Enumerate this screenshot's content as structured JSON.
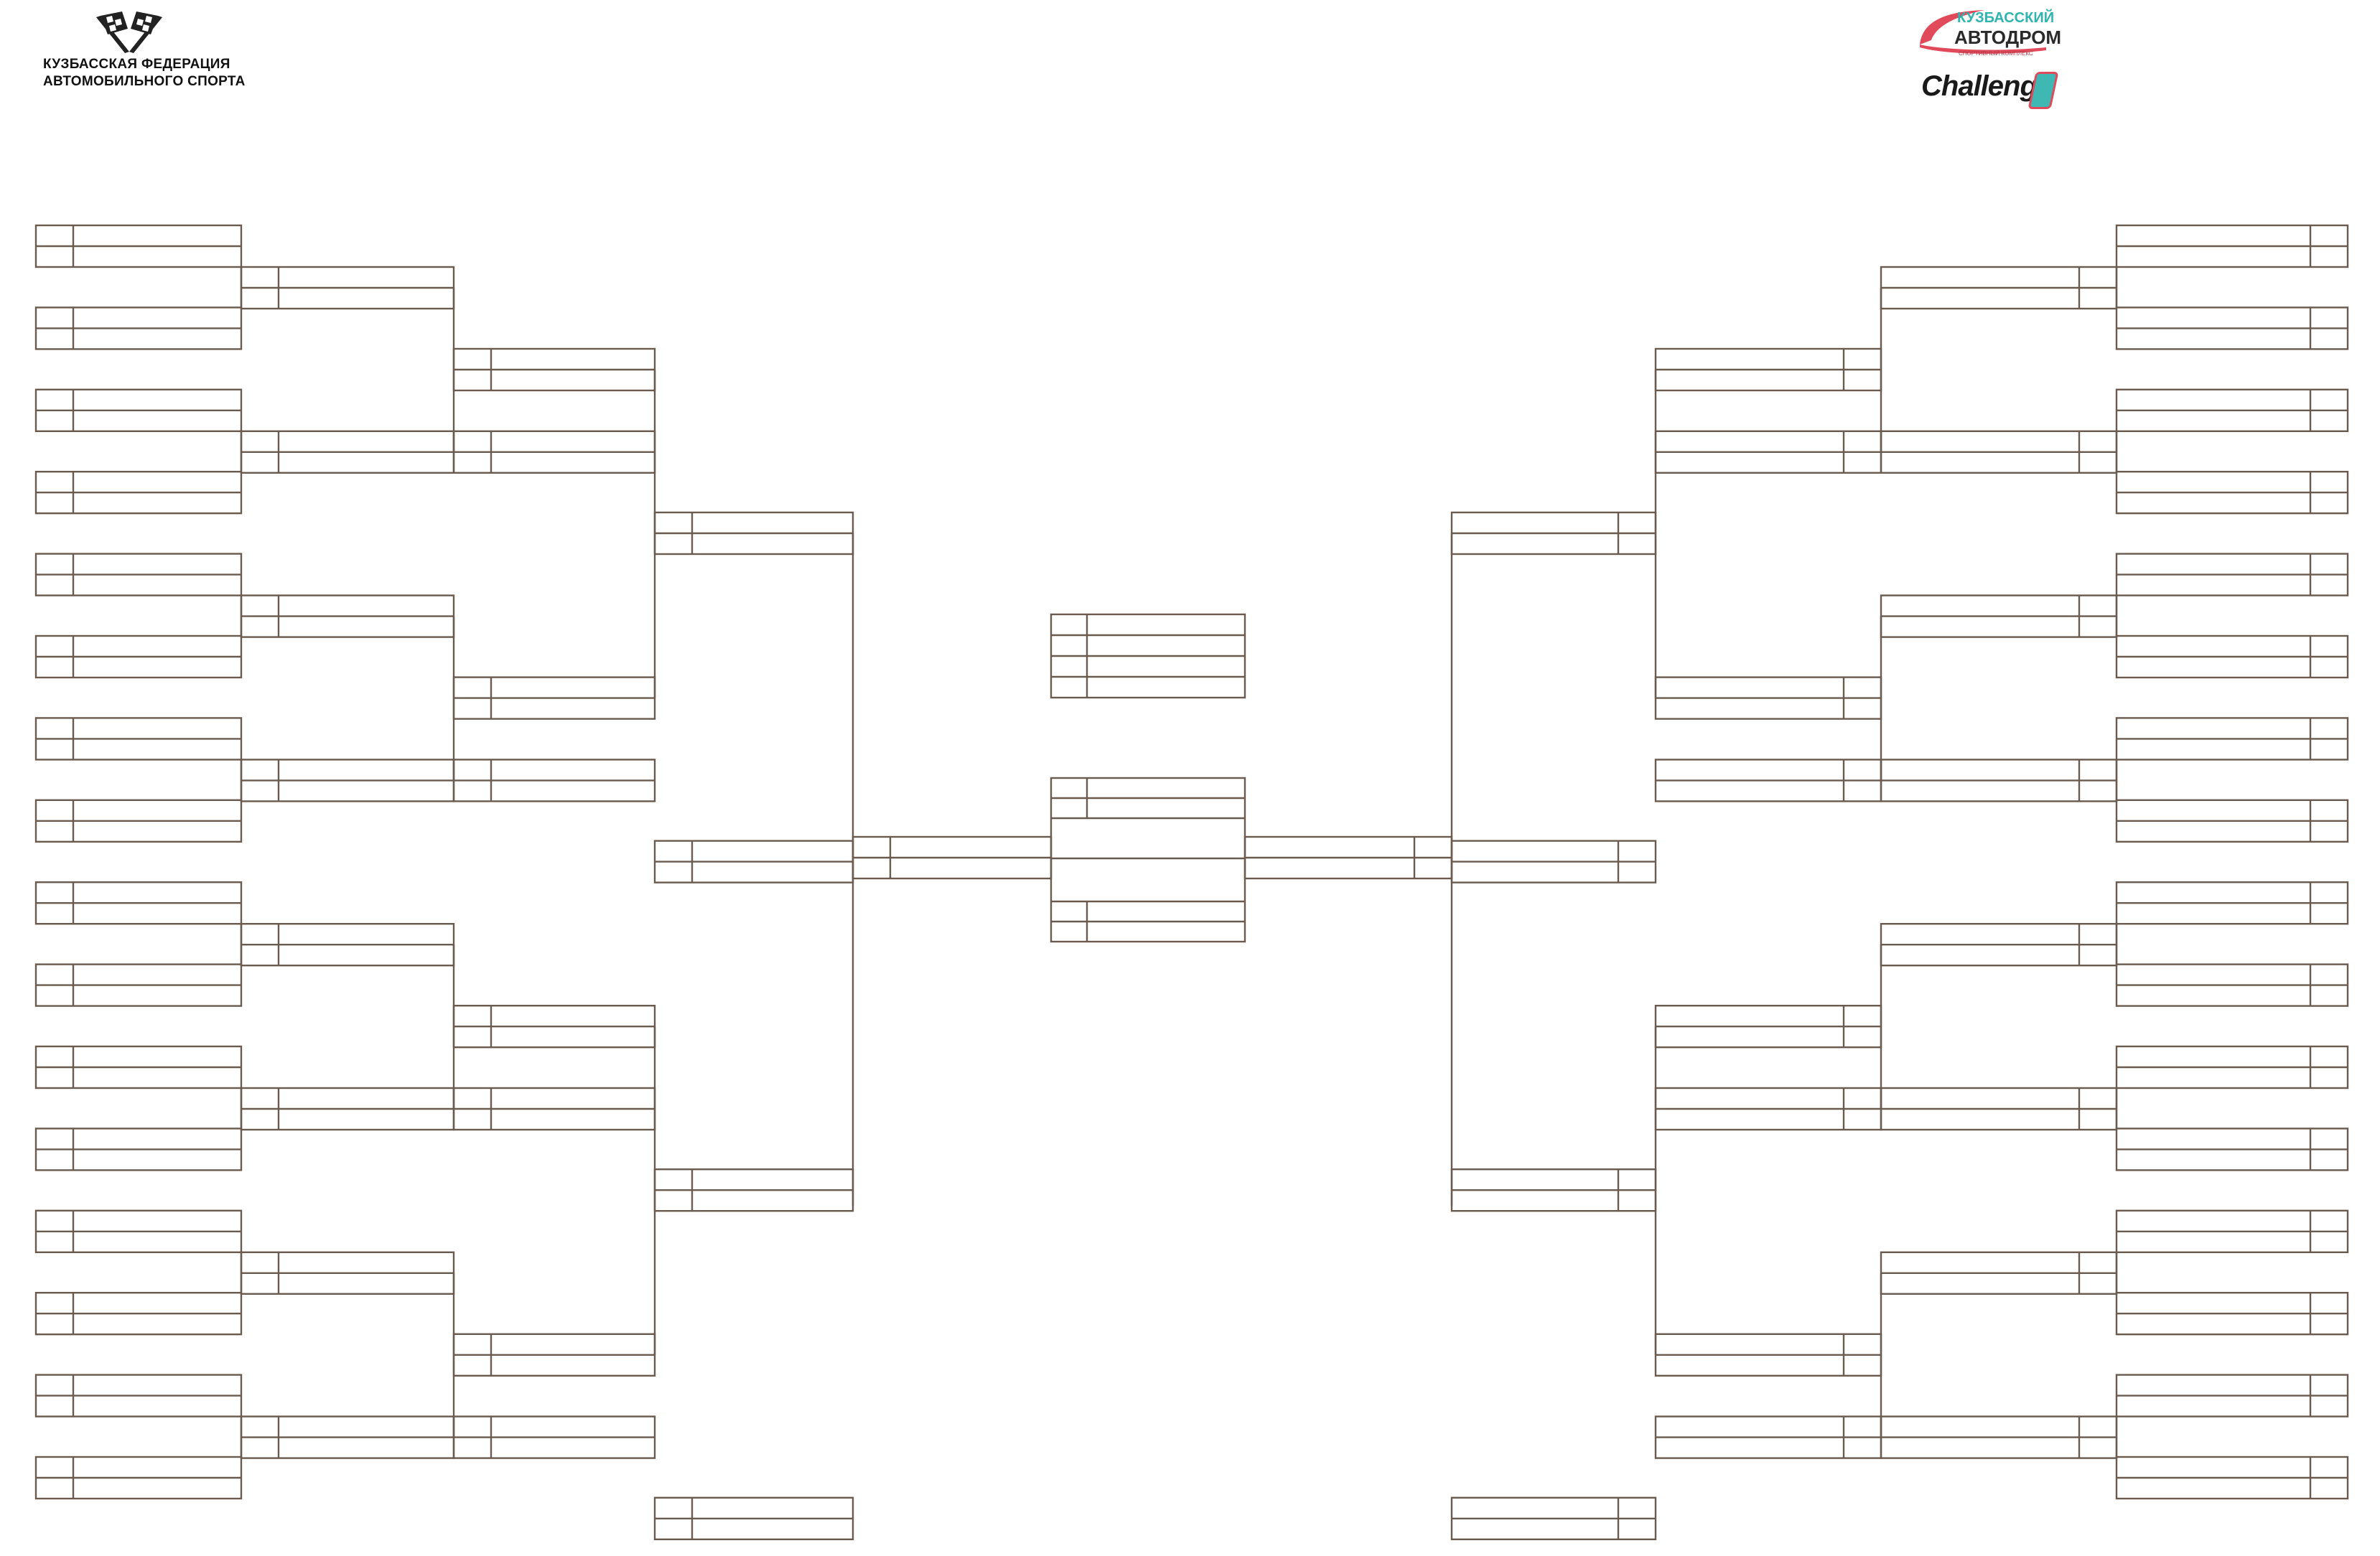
{
  "federation": {
    "line1": "КУЗБАССКАЯ ФЕДЕРАЦИЯ",
    "line2": "АВТОМОБИЛЬНОГО СПОРТА",
    "emblem": "checkered-flags-emblem-icon"
  },
  "kuzbass_logo": {
    "line1": "КУЗБАССКИЙ",
    "line2": "АВТОДРОМ",
    "line3": "СПОРТИВНЫЙ КОМПЛЕКС",
    "teal": "#2fb4b0",
    "red": "#e04a5a"
  },
  "challenge_logo": {
    "text": "Challenge",
    "mark": "challenge-mark-icon"
  },
  "bracket": {
    "line_color": "#6b5a4e",
    "rounds": [
      "round-1",
      "round-2",
      "round-3",
      "round-4",
      "semifinal",
      "final",
      "third-place"
    ],
    "entrants_per_side": 32,
    "result_slots": 4,
    "entries": []
  }
}
